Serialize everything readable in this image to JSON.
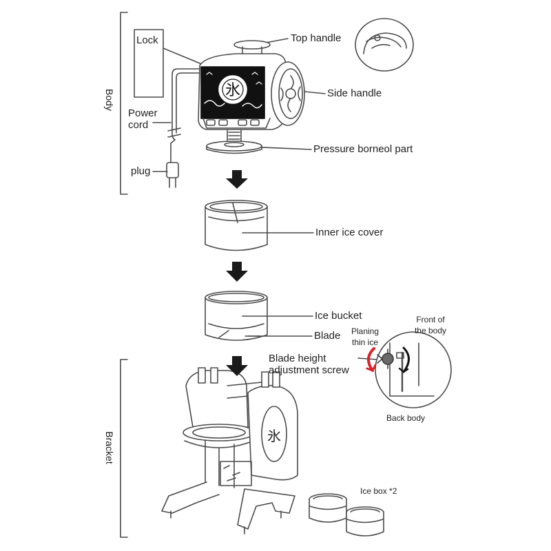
{
  "labels": {
    "body": "Body",
    "bracket": "Bracket",
    "lock": "Lock",
    "power_cord_line1": "Power",
    "power_cord_line2": "cord",
    "plug": "plug",
    "top_handle": "Top handle",
    "side_handle": "Side handle",
    "pressure_part": "Pressure borneol part",
    "inner_ice_cover": "Inner ice cover",
    "ice_bucket": "Ice bucket",
    "blade": "Blade",
    "blade_height_line1": "Blade height",
    "blade_height_line2": "adjustment screw",
    "planing_line1": "Planing",
    "planing_line2": "thin ice",
    "front_line1": "Front of",
    "front_line2": "the body",
    "back_body": "Back body",
    "ice_box": "Ice box *2"
  },
  "emblem_glyph": "氷",
  "colors": {
    "line": "#4a4a4a",
    "arrow": "#1a1a1a",
    "accent_red": "#d9232a",
    "emblem_bg": "#111111"
  }
}
